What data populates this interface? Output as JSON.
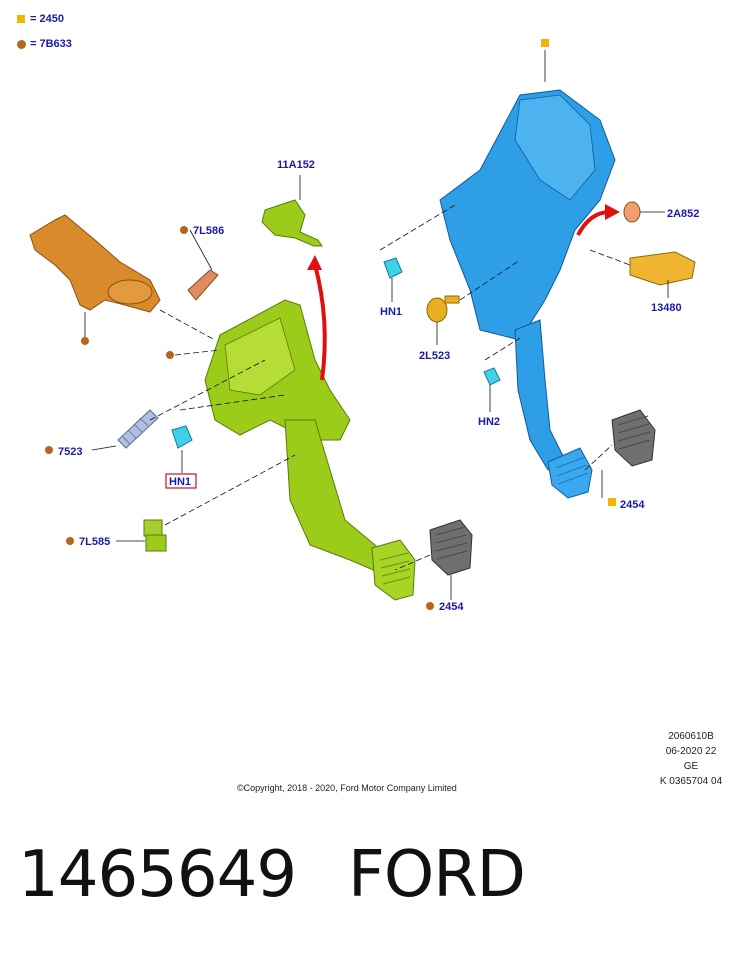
{
  "legend": {
    "items": [
      {
        "symbol": "square",
        "color": "#f2b600",
        "text": "= 2450"
      },
      {
        "symbol": "circle",
        "color": "#b5651d",
        "text": "= 7B633"
      }
    ]
  },
  "callouts": {
    "c11A152": "11A152",
    "c7L586": "7L586",
    "c7523": "7523",
    "hn1_left": "HN1",
    "c7L585": "7L585",
    "c2454_left": "2454",
    "hn1_right": "HN1",
    "c2L523": "2L523",
    "hn2": "HN2",
    "c2A852": "2A852",
    "c13480": "13480",
    "c2454_right": "2454"
  },
  "colors": {
    "label": "#1a1aa6",
    "green_pedal": "#9ccc1a",
    "blue_pedal": "#2e9ee6",
    "orange_part": "#d98a2b",
    "cyan_clip": "#40d0e8",
    "arrow_red": "#e01010",
    "pad_gray": "#707070"
  },
  "meta": {
    "line1": "2060610B",
    "line2": "06-2020 22",
    "line3": "GE",
    "line4": "K 0365704 04"
  },
  "copyright": "©Copyright, 2018 - 2020, Ford Motor Company Limited",
  "footer": {
    "part_number": "1465649",
    "brand": "FORD"
  }
}
